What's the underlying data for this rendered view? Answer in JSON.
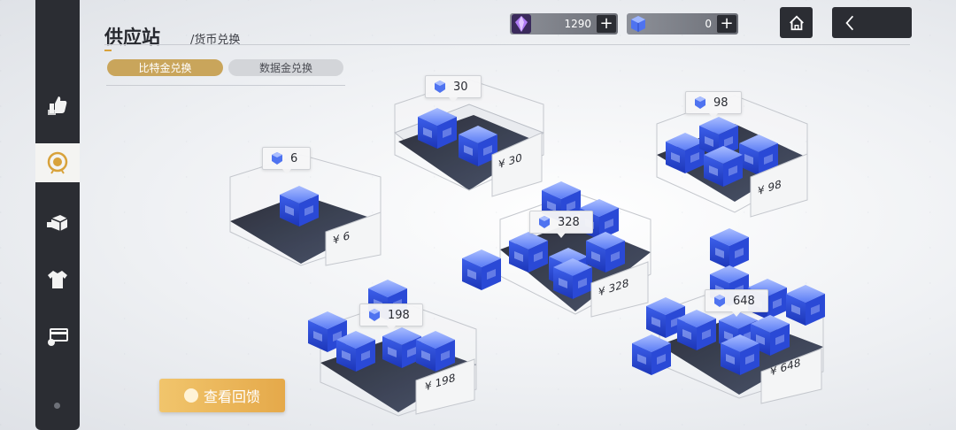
{
  "header": {
    "tag_text": "供应站",
    "title": "供应站",
    "subtitle": "/货币兑换"
  },
  "tabs": [
    {
      "label": "比特金兑换",
      "active": true
    },
    {
      "label": "数据金兑换",
      "active": false
    }
  ],
  "currencies": [
    {
      "name": "gem-icon",
      "value": "1290",
      "plus": "+"
    },
    {
      "name": "data-cube-icon",
      "value": "0",
      "plus": "+"
    }
  ],
  "sidebar": {
    "items": [
      {
        "icon": "thumbs-up-icon",
        "active": false
      },
      {
        "icon": "coin-badge-icon",
        "active": true
      },
      {
        "icon": "package-icon",
        "active": false
      },
      {
        "icon": "shirt-icon",
        "active": false
      },
      {
        "icon": "card-icon",
        "active": false
      }
    ]
  },
  "packs": [
    {
      "amount": "30",
      "price": "¥ 30"
    },
    {
      "amount": "98",
      "price": "¥ 98"
    },
    {
      "amount": "6",
      "price": "¥ 6"
    },
    {
      "amount": "328",
      "price": "¥ 328"
    },
    {
      "amount": "198",
      "price": "¥ 198"
    },
    {
      "amount": "648",
      "price": "¥ 648"
    }
  ],
  "feedback_button": {
    "label": "查看回馈"
  },
  "colors": {
    "accent": "#d8a23b",
    "sidebar": "#2b2d33",
    "cube": "#2f56e8"
  }
}
